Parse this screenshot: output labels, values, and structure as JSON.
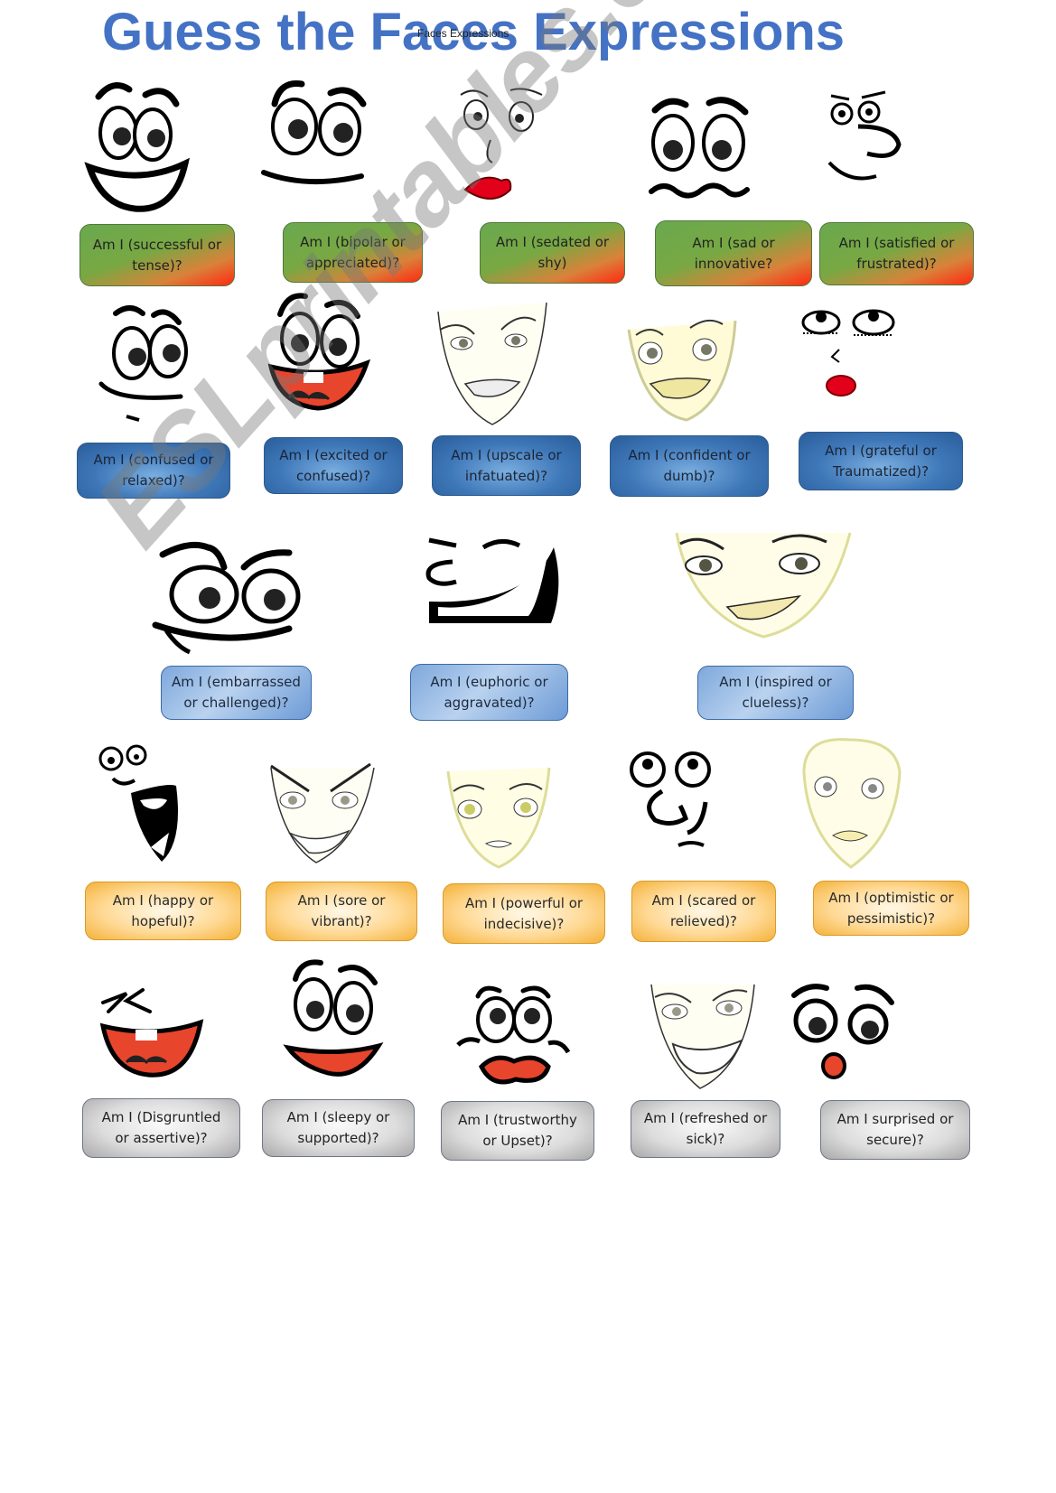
{
  "title": "Guess the Faces Expressions",
  "title_overlay_text": "Faces Expressions",
  "watermark": "ESLprintables.com",
  "colors": {
    "title": "#4472c4",
    "row1_green": "#6aa84f",
    "row1_red": "#ff2a12",
    "row2_blue": "#3e77b8",
    "row3_light_blue": "#b9d2ef",
    "row4_yellow": "#f4b23a",
    "row5_gray": "#dcdcdc"
  },
  "rows": [
    {
      "style": "green",
      "cards": [
        {
          "face": "grinning-cartoon-face",
          "line1": "Am I (successful or",
          "line2": "tense)?"
        },
        {
          "face": "smirking-cartoon-face",
          "line1": "Am I (bipolar or",
          "line2": "appreciated)?"
        },
        {
          "face": "red-lips-sketch-face",
          "line1": "Am I (sedated or",
          "line2": "shy)"
        },
        {
          "face": "wavy-mouth-worried-face",
          "line1": "Am I (sad or",
          "line2": "innovative?"
        },
        {
          "face": "smug-doodle-face",
          "line1": "Am I (satisfied or",
          "line2": "frustrated)?"
        }
      ]
    },
    {
      "style": "blue",
      "cards": [
        {
          "face": "side-glance-cartoon-face",
          "line1": "Am I (confused or",
          "line2": "relaxed)?"
        },
        {
          "face": "laughing-red-mouth-face",
          "line1": "Am I (excited or",
          "line2": "confused)?"
        },
        {
          "face": "sketched-woman-smiling-face",
          "line1": "Am I (upscale or",
          "line2": "infatuated)?"
        },
        {
          "face": "sketched-woman-smirk-face",
          "line1": "Am I (confident or",
          "line2": "dumb)?"
        },
        {
          "face": "eyes-rolled-up-kiss-face",
          "line1": "Am I (grateful or",
          "line2": "Traumatized)?"
        }
      ]
    },
    {
      "style": "lblue",
      "cards": [
        {
          "face": "mischievous-cartoon-face",
          "line1": "Am I (embarrassed",
          "line2": "or challenged)?"
        },
        {
          "face": "big-laugh-doodle-face",
          "line1": "Am I (euphoric or",
          "line2": "aggravated)?"
        },
        {
          "face": "sketched-woman-sly-face",
          "line1": "Am I (inspired or",
          "line2": "clueless)?"
        }
      ]
    },
    {
      "style": "yellow",
      "cards": [
        {
          "face": "screaming-doodle-face",
          "line1": "Am I (happy or",
          "line2": "hopeful)?"
        },
        {
          "face": "sketched-angry-grin-face",
          "line1": "Am I (sore or",
          "line2": "vibrant)?"
        },
        {
          "face": "sketched-woman-calm-face",
          "line1": "Am I (powerful or",
          "line2": "indecisive)?"
        },
        {
          "face": "shocked-o-mouth-doodle-face",
          "line1": "Am I (scared or",
          "line2": "relieved)?"
        },
        {
          "face": "sketched-woman-pout-face",
          "line1": "Am I (optimistic or",
          "line2": "pessimistic)?"
        }
      ]
    },
    {
      "style": "gray",
      "cards": [
        {
          "face": "squinting-laugh-face",
          "line1": "Am I (Disgruntled",
          "line2": "or assertive)?"
        },
        {
          "face": "happy-smile-cartoon-face",
          "line1": "Am I (sleepy or",
          "line2": "supported)?"
        },
        {
          "face": "crying-upset-cartoon-face",
          "line1": "Am I (trustworthy",
          "line2": "or Upset)?"
        },
        {
          "face": "sketched-woman-laugh-face",
          "line1": "Am I (refreshed or",
          "line2": "sick)?"
        },
        {
          "face": "tongue-out-cartoon-face",
          "line1": "Am I surprised or",
          "line2": "secure)?"
        }
      ]
    }
  ]
}
